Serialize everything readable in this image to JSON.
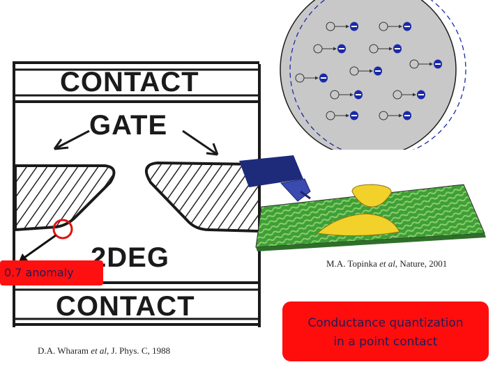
{
  "schematic": {
    "contact_top": "CONTACT",
    "gate": "GATE",
    "twodeg": "2DEG",
    "contact_bottom": "CONTACT"
  },
  "labels": {
    "anomaly": "0.7 anomaly",
    "conductance_line1": "Conductance quantization",
    "conductance_line2": "in a point contact"
  },
  "captions": {
    "wharam_author": "D.A. Wharam ",
    "wharam_etal": "et al",
    "wharam_rest": ", J. Phys. C, 1988",
    "topinka_author": "M.A. Topinka ",
    "topinka_etal": "et al",
    "topinka_rest": ", Nature, 2001"
  },
  "colors": {
    "electron": "#1a2aa8",
    "fermi_disk": "#c8c8c8",
    "gate_yellow": "#f2d12a",
    "label_red": "#ff1010"
  }
}
